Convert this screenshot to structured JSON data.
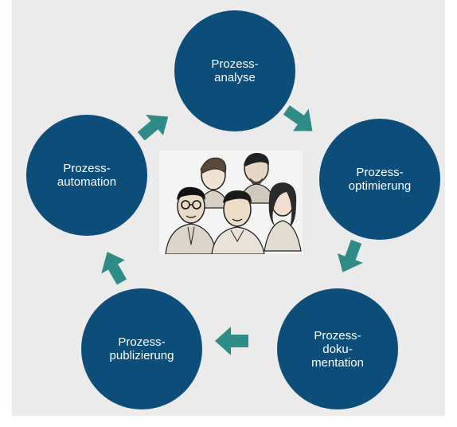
{
  "colors": {
    "node": "#0d4d79",
    "arrow": "#2e8b87",
    "background": "#ebebeb"
  },
  "nodes": [
    {
      "id": "analyse",
      "label": "Prozess-\nanalyse"
    },
    {
      "id": "optimierung",
      "label": "Prozess-\noptimierung"
    },
    {
      "id": "dokumentation",
      "label": "Prozess-\ndoku-\nmentation"
    },
    {
      "id": "publizierung",
      "label": "Prozess-\npublizierung"
    },
    {
      "id": "automation",
      "label": "Prozess-\nautomation"
    }
  ],
  "center_image": {
    "icon": "group-of-people-illustration"
  }
}
